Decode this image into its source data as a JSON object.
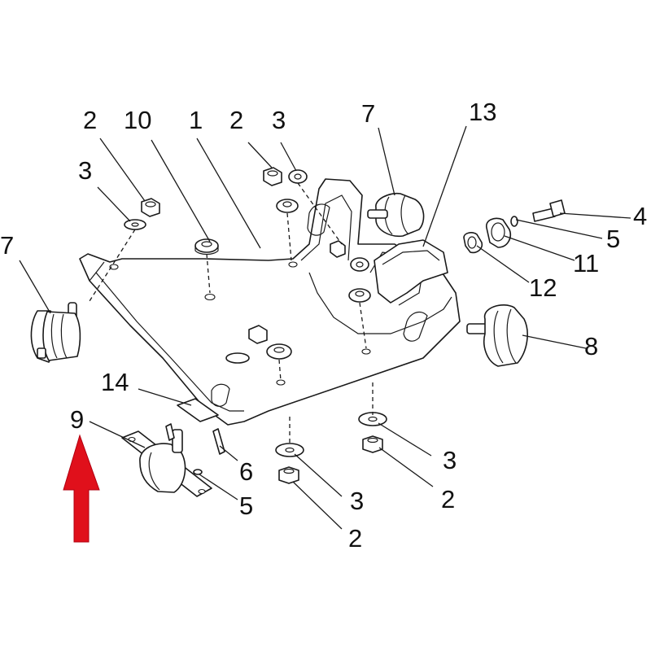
{
  "callouts": {
    "c1": "1",
    "c2_a": "2",
    "c2_b": "2",
    "c2_c": "2",
    "c2_d": "2",
    "c3_a": "3",
    "c3_b": "3",
    "c3_c": "3",
    "c3_d": "3",
    "c4": "4",
    "c5_a": "5",
    "c5_b": "5",
    "c6": "6",
    "c7_a": "7",
    "c7_b": "7",
    "c8": "8",
    "c9": "9",
    "c10": "10",
    "c11": "11",
    "c12": "12",
    "c13": "13",
    "c14": "14"
  },
  "colors": {
    "line": "#1a1a1a",
    "background": "#ffffff",
    "arrow": "#e0101b"
  },
  "icons": {
    "arrow": "up-arrow-icon"
  }
}
